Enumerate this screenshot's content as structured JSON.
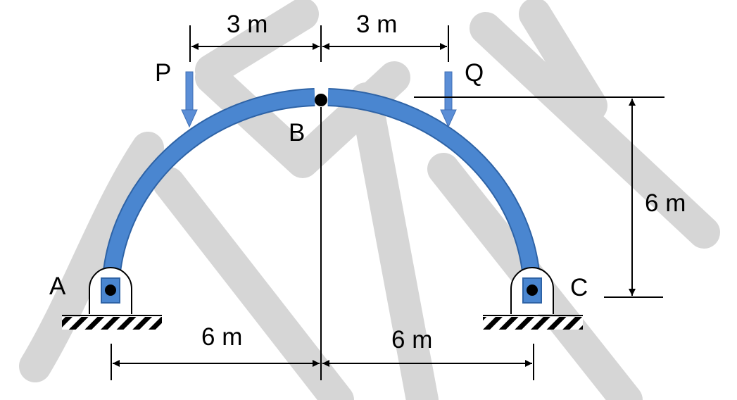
{
  "labels": {
    "point_a": "A",
    "point_b": "B",
    "point_c": "C",
    "load_p": "P",
    "load_q": "Q"
  },
  "dimensions": {
    "top_left": "3 m",
    "top_right": "3 m",
    "height": "6 m",
    "bottom_left": "6 m",
    "bottom_right": "6 m"
  },
  "colors": {
    "arch_fill": "#4a86d0",
    "arch_edge": "#2e63a6",
    "load_arrow": "#5b8ed6",
    "watermark": "#d6d6d6"
  }
}
